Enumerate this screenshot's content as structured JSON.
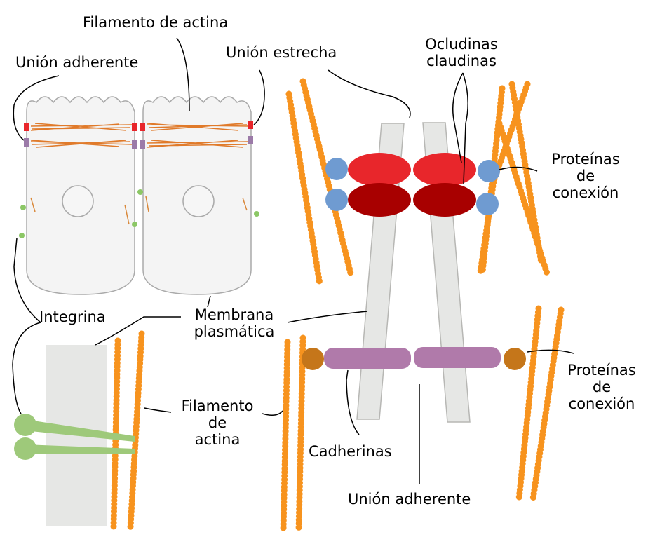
{
  "labels": {
    "filamento_actina_top": "Filamento de actina",
    "union_adherente_left": "Unión adherente",
    "union_estrecha": "Unión estrecha",
    "ocludinas": "Ocludinas",
    "claudinas": "claudinas",
    "proteinas_conexion_1": [
      "Proteínas",
      "de",
      "conexión"
    ],
    "integrina": "Integrina",
    "membrana_plasmatica": [
      "Membrana",
      "plasmática"
    ],
    "filamento_actina_bottom": [
      "Filamento",
      "de",
      "actina"
    ],
    "cadherinas": "Cadherinas",
    "union_adherente_bottom": "Unión adherente",
    "proteinas_conexion_2": [
      "Proteínas",
      "de",
      "conexión"
    ]
  },
  "colors": {
    "actin": "#f7931e",
    "tight_junction_red": "#e8262b",
    "tight_junction_darkred": "#a80000",
    "connector_blue": "#6f9bd1",
    "cadherin_purple": "#b07aaa",
    "connector_brown": "#c5761a",
    "integrin_green": "#9ec97a",
    "membrane_gray": "#e6e7e5"
  }
}
